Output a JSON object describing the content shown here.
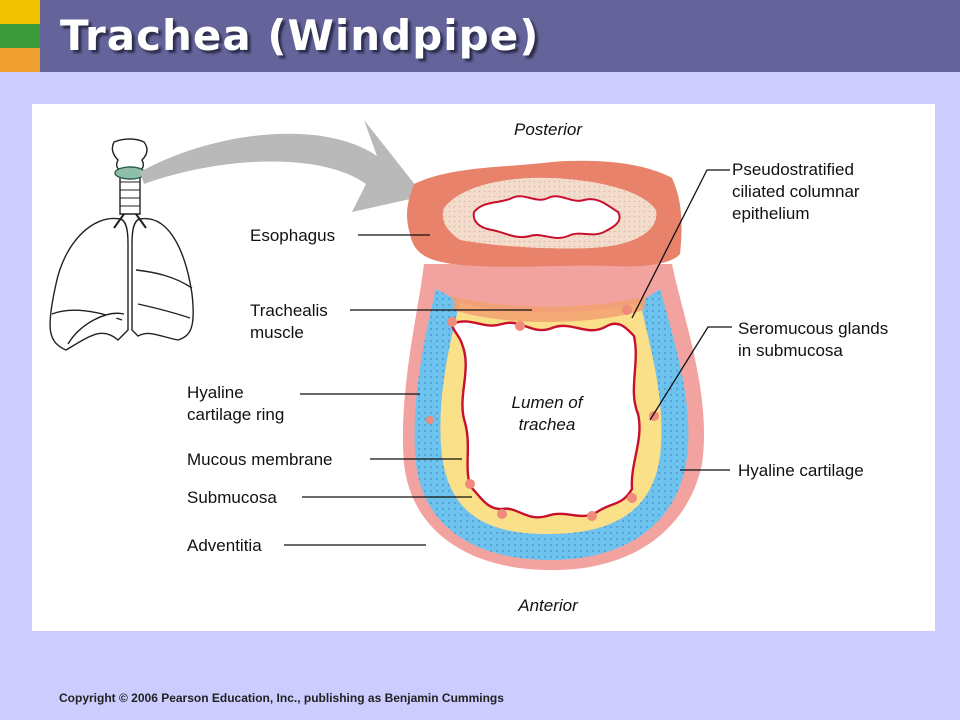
{
  "slide": {
    "title": "Trachea (Windpipe)",
    "copyright": "Copyright © 2006 Pearson Education, Inc., publishing as Benjamin Cummings"
  },
  "colors": {
    "title_bar": "#64649a",
    "background": "#ccccff",
    "swatch_top": "#f2c200",
    "swatch_middle": "#3a9a3a",
    "swatch_bottom": "#f0a030",
    "cartilage": "#6ec3ee",
    "submucosa": "#fbe08a",
    "mucosa": "#c8102e",
    "esophagus": "#e8826a",
    "adventitia": "#f2a3a0"
  },
  "diagram": {
    "labels": {
      "posterior": "Posterior",
      "anterior": "Anterior",
      "lumen_line1": "Lumen of",
      "lumen_line2": "trachea",
      "esophagus": "Esophagus",
      "trachealis_line1": "Trachealis",
      "trachealis_line2": "muscle",
      "hyaline_ring_line1": "Hyaline",
      "hyaline_ring_line2": "cartilage ring",
      "mucous_membrane": "Mucous membrane",
      "submucosa": "Submucosa",
      "adventitia": "Adventitia",
      "pseudostratified_line1": "Pseudostratified",
      "pseudostratified_line2": "ciliated columnar",
      "pseudostratified_line3": "epithelium",
      "seromucous_line1": "Seromucous glands",
      "seromucous_line2": "in submucosa",
      "hyaline_cartilage": "Hyaline cartilage"
    }
  }
}
